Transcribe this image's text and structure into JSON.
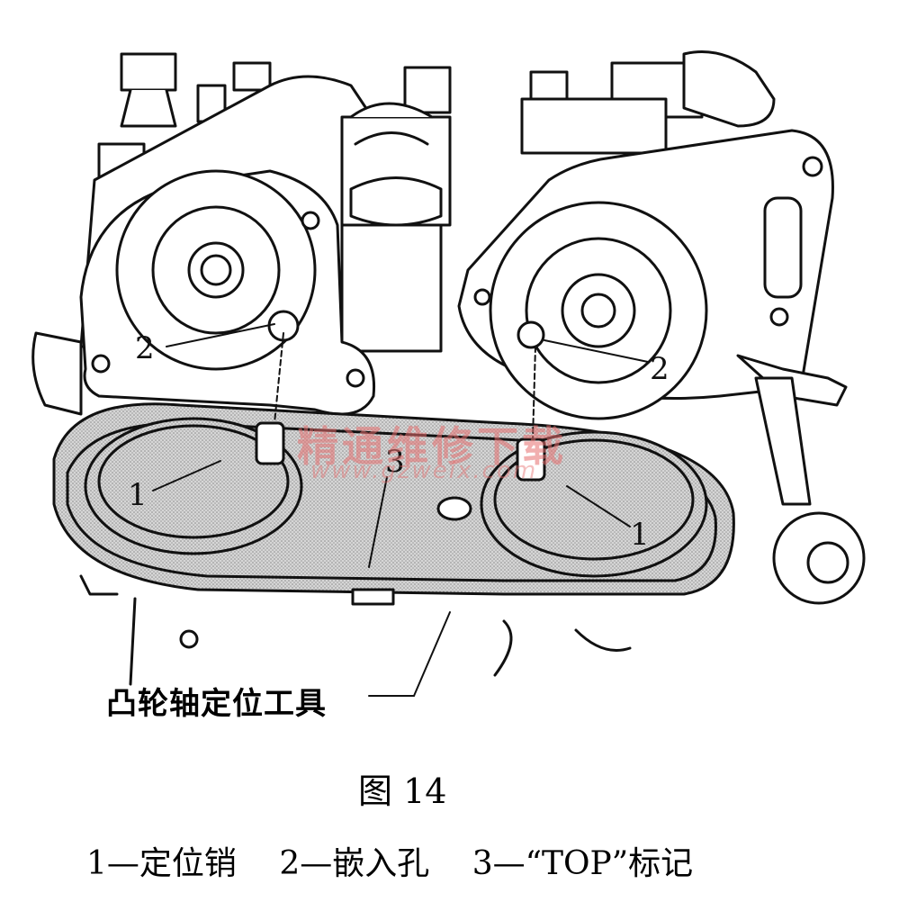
{
  "callouts": {
    "left_hole": "2",
    "right_hole": "2",
    "left_pin": "1",
    "right_pin": "1",
    "top_mark": "3"
  },
  "tool_label": "凸轮轴定位工具",
  "figure_title": "图 14",
  "legend": {
    "item1": "1—定位销",
    "item2": "2—嵌入孔",
    "item3": "3—“TOP”标记"
  },
  "watermark": {
    "text": "精通维修下载",
    "url": "www.gzweix.com"
  },
  "colors": {
    "line": "#111111",
    "tool_fill": "#bdbdbd",
    "watermark": "#e66e6e"
  }
}
